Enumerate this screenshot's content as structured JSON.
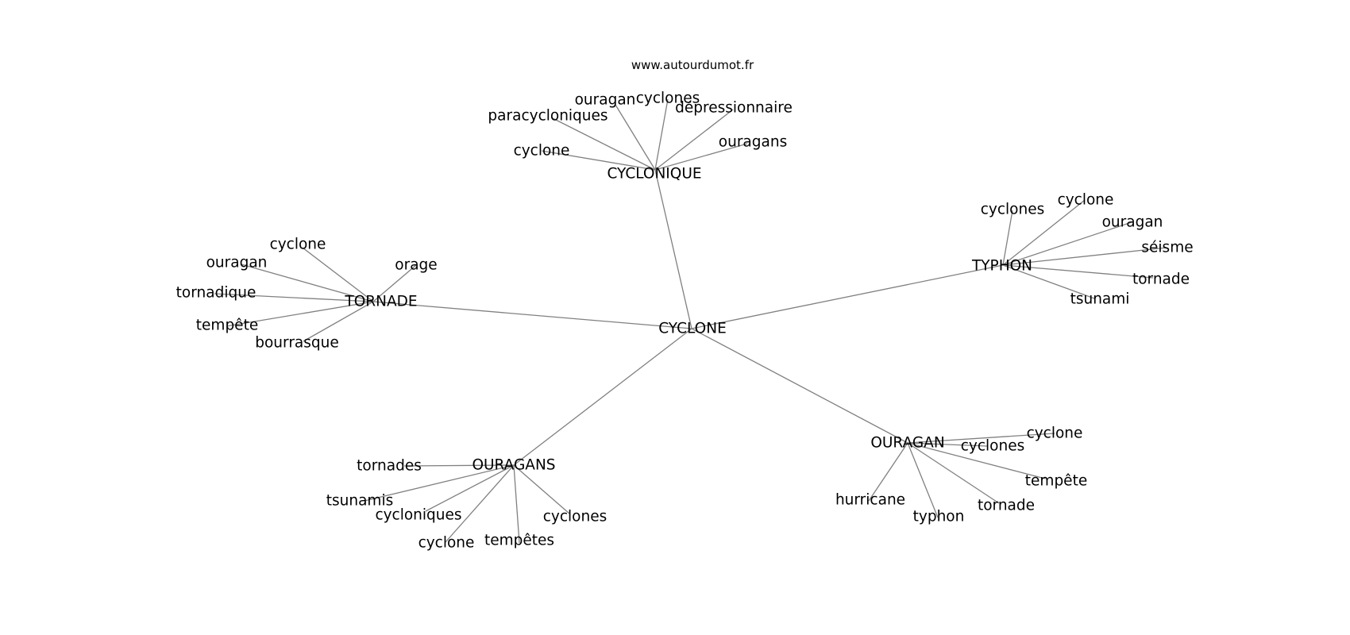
{
  "source": "www.autourdumot.fr",
  "graph": {
    "center": "CYCLONE",
    "clusters": [
      {
        "label": "CYCLONIQUE",
        "words": [
          "cyclone",
          "paracycloniques",
          "ouragan",
          "cyclones",
          "dépressionnaire",
          "ouragans"
        ]
      },
      {
        "label": "TORNADE",
        "words": [
          "cyclone",
          "ouragan",
          "tornadique",
          "tempête",
          "bourrasque",
          "orage"
        ]
      },
      {
        "label": "TYPHON",
        "words": [
          "cyclones",
          "cyclone",
          "ouragan",
          "séisme",
          "tornade",
          "tsunami"
        ]
      },
      {
        "label": "OURAGAN",
        "words": [
          "cyclone",
          "cyclones",
          "tempête",
          "tornade",
          "typhon",
          "hurricane"
        ]
      },
      {
        "label": "OURAGANS",
        "words": [
          "tornades",
          "tsunamis",
          "cycloniques",
          "cyclone",
          "tempêtes",
          "cyclones"
        ]
      }
    ]
  }
}
